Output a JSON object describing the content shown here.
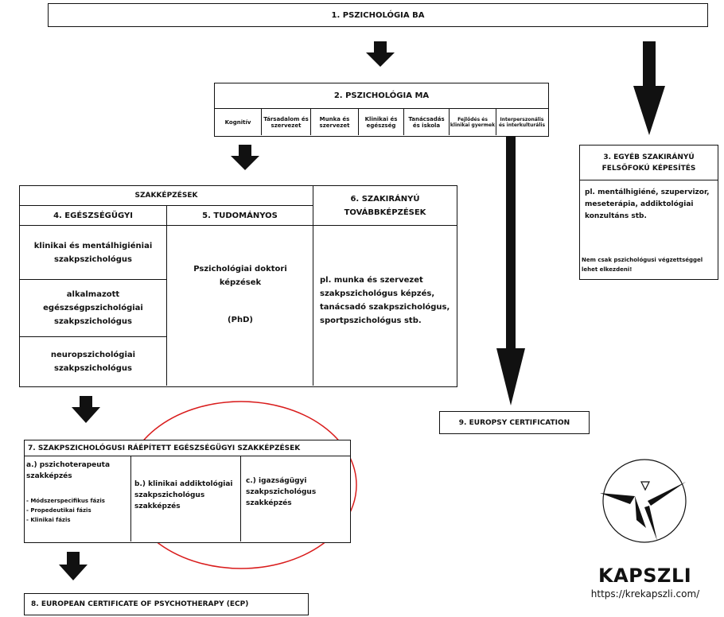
{
  "ba": {
    "title": "1. PSZICHOLÓGIA BA"
  },
  "ma": {
    "title": "2.  PSZICHOLÓGIA MA",
    "specs": [
      "Kognitív",
      "Társadalom és szervezet",
      "Munka és szervezet",
      "Klinikai és egészség",
      "Tanácsadás és iskola",
      "Fejlődés és klinikai gyermek",
      "Interperszonális és interkulturális"
    ]
  },
  "other": {
    "title": "3.  EGYÉB SZAKIRÁNYÚ FELSŐFOKÚ KÉPESÍTÉS",
    "body": "pl. mentálhigiéné, szupervizor, meseterápia, addiktológiai konzultáns stb.",
    "note": "Nem csak pszichológusi végzettséggel lehet elkezdeni!"
  },
  "szak": {
    "header": "SZAKKÉPZÉSEK",
    "col4": "4.  EGÉSZSÉGÜGYI",
    "col5": "5.  TUDOMÁNYOS",
    "col6": "6.  SZAKIRÁNYÚ TOVÁBBKÉPZÉSEK",
    "health_items": [
      "klinikai és mentálhigiéniai szakpszichológus",
      "alkalmazott egészségpszichológiai szakpszichológus",
      "neuropszichológiai szakpszichológus"
    ],
    "science_text": "Pszichológiai doktori képzések",
    "science_phd": "(PhD)",
    "further_text": "pl. munka és szervezet szakpszichológus képzés, tanácsadó szakpszichológus, sportpszichológus stb."
  },
  "built": {
    "title": "7.  SZAKPSZICHOLÓGUSI RÁÉPÍTETT EGÉSZSÉGÜGYI SZAKKÉPZÉSEK",
    "a_title": "a.) pszichoterapeuta szakképzés",
    "a_phases": [
      "- Módszerspecifikus fázis",
      "- Propedeutikai fázis",
      "- Klinikai fázis"
    ],
    "b": "b.) klinikai addiktológiai szakpszichológus szakképzés",
    "c": "c.) igazságügyi szakpszichológus szakképzés"
  },
  "ecp": {
    "title": "8.  EUROPEAN CERTIFICATE OF PSYCHOTHERAPY (ECP)"
  },
  "europsy": {
    "title": "9.  EUROPSY CERTIFICATION"
  },
  "brand": {
    "name": "KAPSZLI",
    "url": "https://krekapszli.com/"
  },
  "colors": {
    "line": "#111111",
    "highlight": "#d91c1c",
    "background": "#ffffff"
  }
}
